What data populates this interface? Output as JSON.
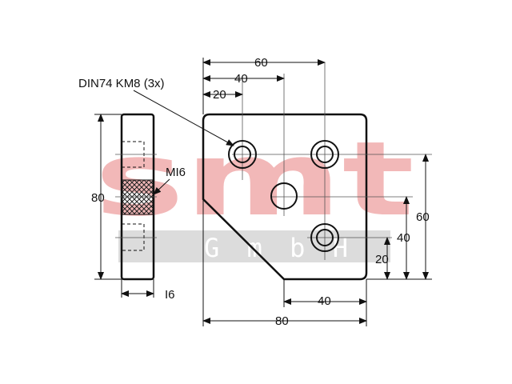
{
  "watermark": {
    "brand": "smt",
    "sub": "G m b H",
    "color": "#f2b8b8",
    "bar_color": "#d8d8d8"
  },
  "labels": {
    "bolt_callout": "DIN74 KM8 (3x)",
    "thread_callout": "MI6",
    "side_height": "80",
    "side_thickness": "I6",
    "top_60": "60",
    "top_40": "40",
    "top_20": "20",
    "right_60": "60",
    "right_40": "40",
    "right_20": "20",
    "bottom_40": "40",
    "bottom_80": "80"
  },
  "colors": {
    "line": "#111111",
    "center_line": "#555555"
  }
}
